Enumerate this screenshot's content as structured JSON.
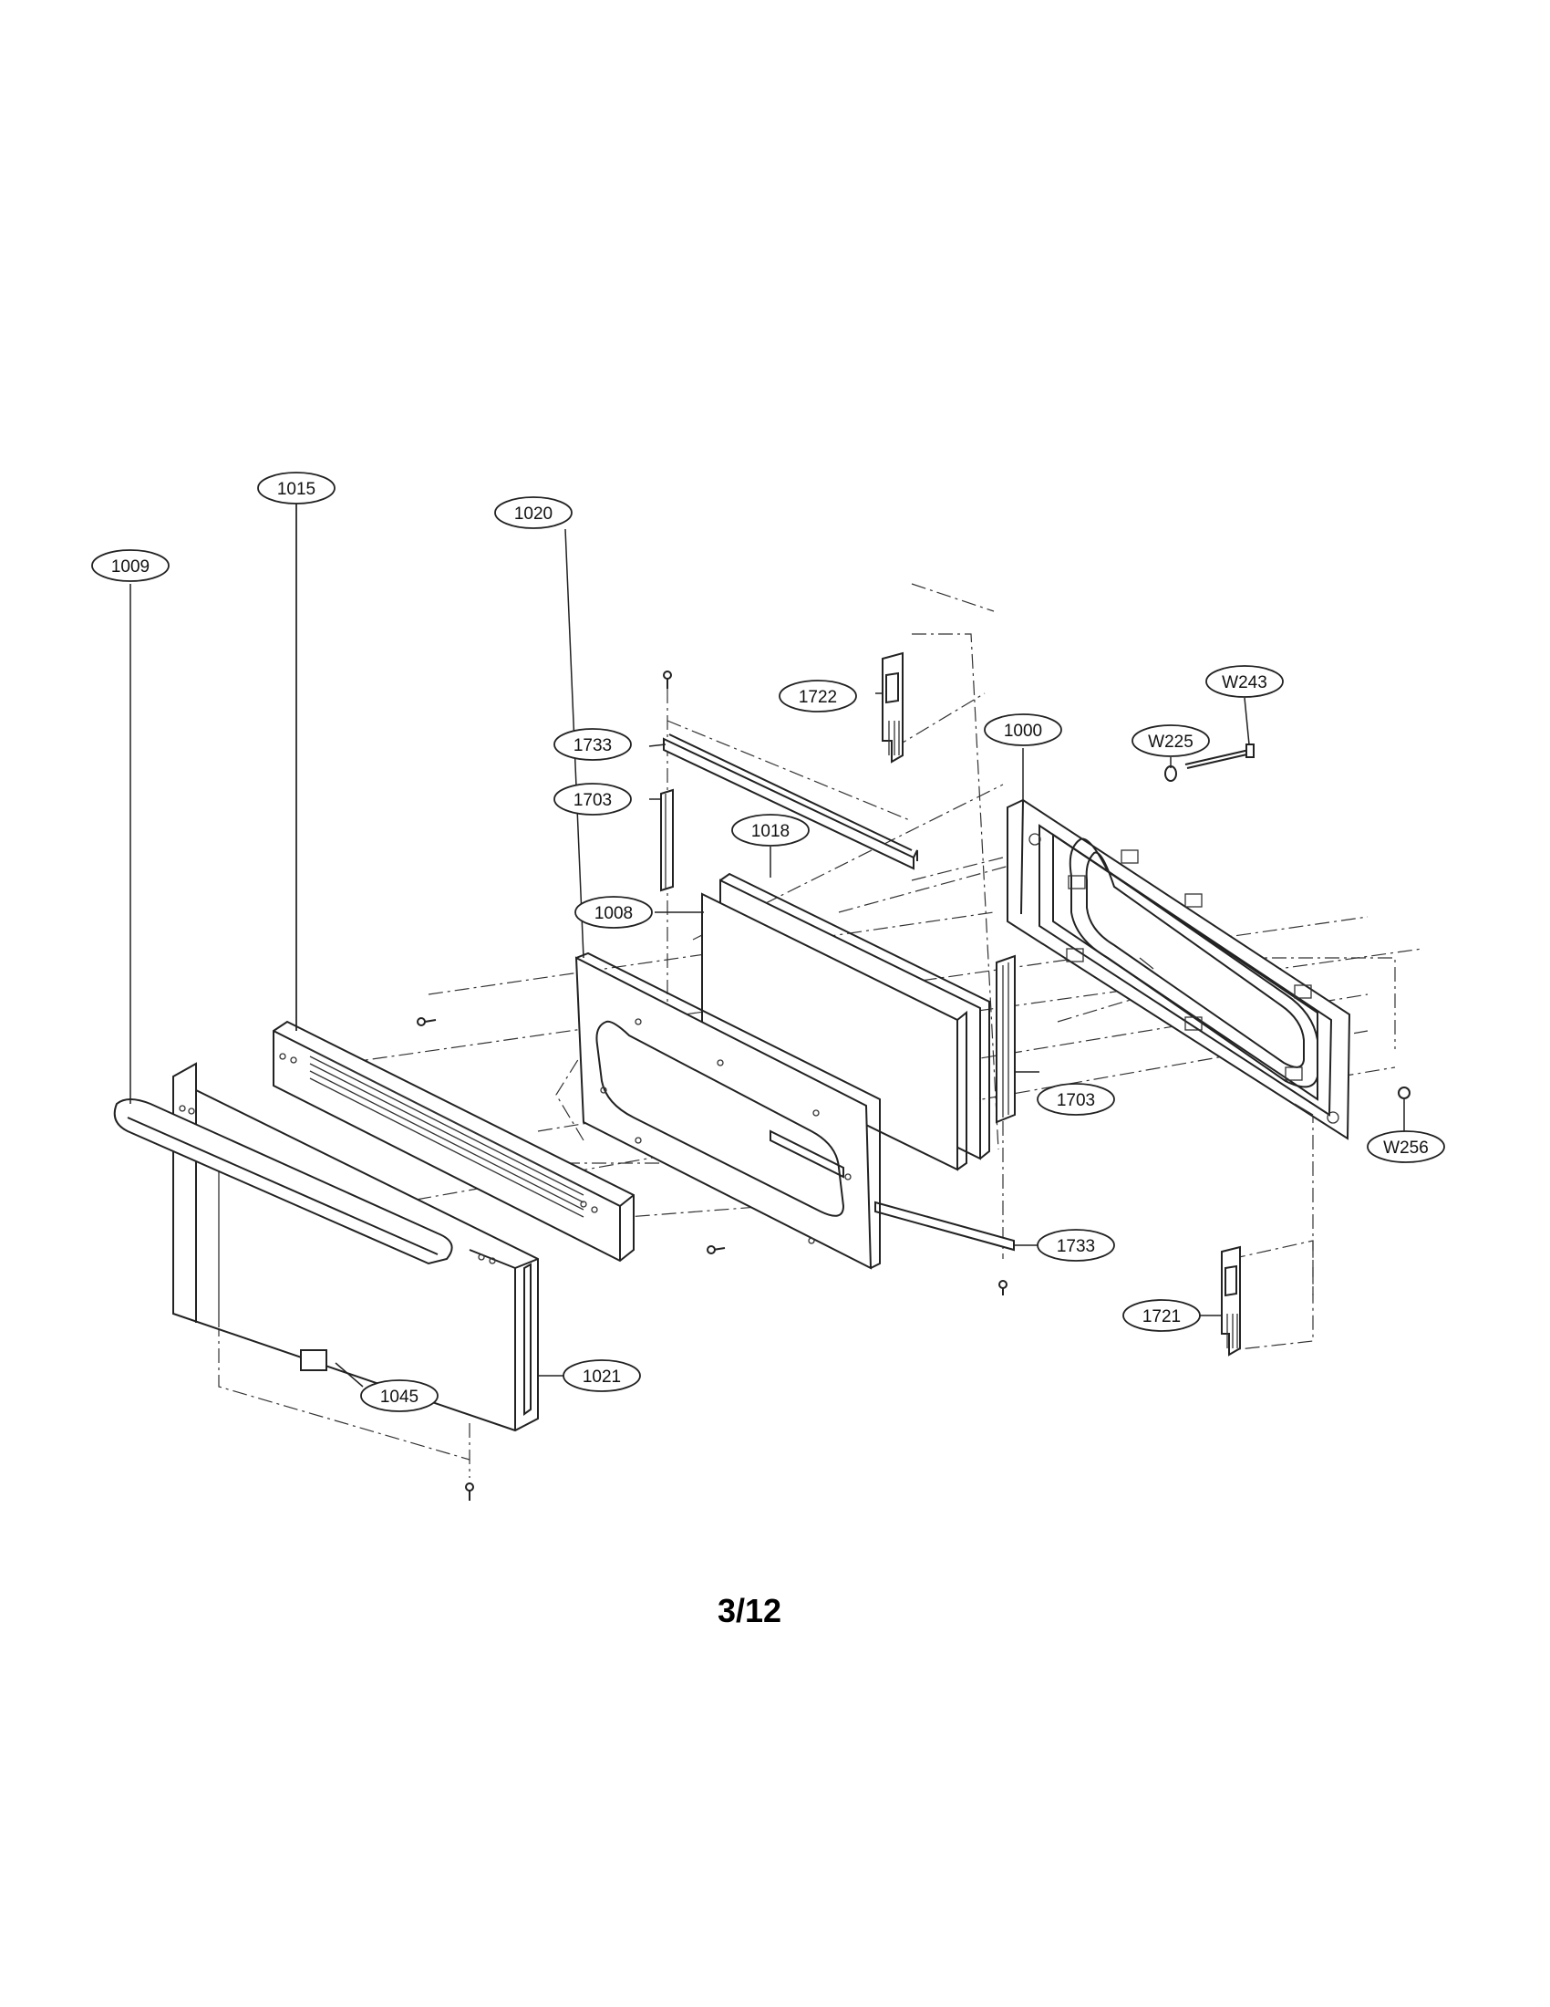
{
  "page": {
    "page_number": "3/12"
  },
  "callouts": [
    {
      "id": "c1722",
      "text": "1722"
    },
    {
      "id": "c1733a",
      "text": "1733"
    },
    {
      "id": "c1703a",
      "text": "1703"
    },
    {
      "id": "c1018",
      "text": "1018"
    },
    {
      "id": "c1008",
      "text": "1008"
    },
    {
      "id": "c1000",
      "text": "1000"
    },
    {
      "id": "cW225",
      "text": "W225"
    },
    {
      "id": "cW243",
      "text": "W243"
    },
    {
      "id": "c1015",
      "text": "1015"
    },
    {
      "id": "c1020",
      "text": "1020"
    },
    {
      "id": "c1009",
      "text": "1009"
    },
    {
      "id": "c1703b",
      "text": "1703"
    },
    {
      "id": "cW256",
      "text": "W256"
    },
    {
      "id": "c1733b",
      "text": "1733"
    },
    {
      "id": "c1721",
      "text": "1721"
    },
    {
      "id": "c1045",
      "text": "1045"
    },
    {
      "id": "c1021",
      "text": "1021"
    }
  ]
}
